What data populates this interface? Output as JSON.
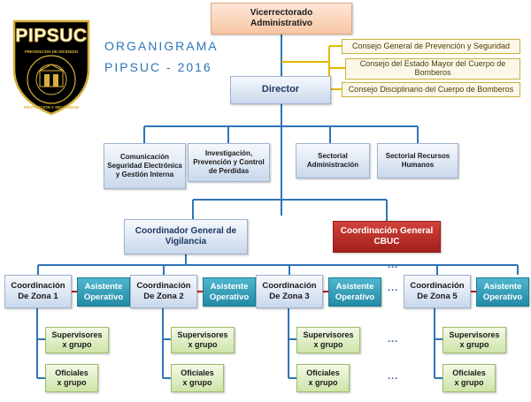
{
  "logo": {
    "name": "PIPSUC",
    "ring_top": "PREVENCION DE INCENDIO",
    "ring_bottom": "PROTECCION Y SEGURIDAD",
    "colors": {
      "background": "#000000",
      "gold": "#d6b13a"
    }
  },
  "header": {
    "title_line1": "ORGANIGRAMA",
    "title_line2": "PIPSUC - 2016"
  },
  "vicerrectorado": {
    "line1": "Vicerrectorado",
    "line2": "Administrativo"
  },
  "councils": [
    {
      "label": "Consejo General de Prevención y Seguridad"
    },
    {
      "label": "Consejo del Estado Mayor del Cuerpo de Bomberos"
    },
    {
      "label": "Consejo Disciplinario del Cuerpo de Bomberos"
    }
  ],
  "director": {
    "label": "Director"
  },
  "units": [
    {
      "label": "Comunicación Seguridad Electrónica y Gestión Interna"
    },
    {
      "label": "Investigación, Prevención y Control de Perdidas"
    },
    {
      "label": "Sectorial Administración"
    },
    {
      "label": "Sectorial Recursos Humanos"
    }
  ],
  "coord_vigilancia": {
    "label": "Coordinador General de Vigilancia"
  },
  "coord_cbuc": {
    "line1": "Coordinación General",
    "line2": "CBUC"
  },
  "zones": [
    {
      "line1": "Coordinación",
      "line2": "De Zona 1"
    },
    {
      "line1": "Coordinación",
      "line2": "De Zona 2"
    },
    {
      "line1": "Coordinación",
      "line2": "De Zona 3"
    },
    {
      "line1": "Coordinación",
      "line2": "De Zona 5"
    }
  ],
  "assistant": {
    "line1": "Asistente",
    "line2": "Operativo"
  },
  "supervisors": {
    "line1": "Supervisores",
    "line2": "x grupo"
  },
  "officers": {
    "line1": "Oficiales",
    "line2": "x grupo"
  },
  "ellipsis": "..."
}
